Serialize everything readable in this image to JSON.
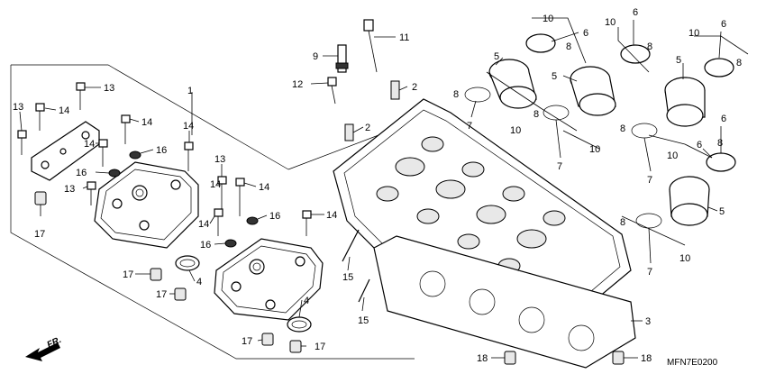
{
  "diagram": {
    "drawing_code": "MFN7E0200",
    "front_indicator": "FR.",
    "callouts": [
      {
        "id": "c1",
        "label": "1"
      },
      {
        "id": "c2a",
        "label": "2"
      },
      {
        "id": "c2b",
        "label": "2"
      },
      {
        "id": "c3",
        "label": "3"
      },
      {
        "id": "c4a",
        "label": "4"
      },
      {
        "id": "c4b",
        "label": "4"
      },
      {
        "id": "c5a",
        "label": "5"
      },
      {
        "id": "c5b",
        "label": "5"
      },
      {
        "id": "c5c",
        "label": "5"
      },
      {
        "id": "c5d",
        "label": "5"
      },
      {
        "id": "c6a",
        "label": "6"
      },
      {
        "id": "c6b",
        "label": "6"
      },
      {
        "id": "c6c",
        "label": "6"
      },
      {
        "id": "c6d",
        "label": "6"
      },
      {
        "id": "c6e",
        "label": "6"
      },
      {
        "id": "c7a",
        "label": "7"
      },
      {
        "id": "c7b",
        "label": "7"
      },
      {
        "id": "c7c",
        "label": "7"
      },
      {
        "id": "c7d",
        "label": "7"
      },
      {
        "id": "c8a",
        "label": "8"
      },
      {
        "id": "c8b",
        "label": "8"
      },
      {
        "id": "c8c",
        "label": "8"
      },
      {
        "id": "c8d",
        "label": "8"
      },
      {
        "id": "c8e",
        "label": "8"
      },
      {
        "id": "c8f",
        "label": "8"
      },
      {
        "id": "c8g",
        "label": "8"
      },
      {
        "id": "c8h",
        "label": "8"
      },
      {
        "id": "c9",
        "label": "9"
      },
      {
        "id": "c10a",
        "label": "10"
      },
      {
        "id": "c10b",
        "label": "10"
      },
      {
        "id": "c10c",
        "label": "10"
      },
      {
        "id": "c10d",
        "label": "10"
      },
      {
        "id": "c10e",
        "label": "10"
      },
      {
        "id": "c10f",
        "label": "10"
      },
      {
        "id": "c10g",
        "label": "10"
      },
      {
        "id": "c11",
        "label": "11"
      },
      {
        "id": "c12",
        "label": "12"
      },
      {
        "id": "c13a",
        "label": "13"
      },
      {
        "id": "c13b",
        "label": "13"
      },
      {
        "id": "c13c",
        "label": "13"
      },
      {
        "id": "c13d",
        "label": "13"
      },
      {
        "id": "c14a",
        "label": "14"
      },
      {
        "id": "c14b",
        "label": "14"
      },
      {
        "id": "c14c",
        "label": "14"
      },
      {
        "id": "c14d",
        "label": "14"
      },
      {
        "id": "c14e",
        "label": "14"
      },
      {
        "id": "c14f",
        "label": "14"
      },
      {
        "id": "c14g",
        "label": "14"
      },
      {
        "id": "c14h",
        "label": "14"
      },
      {
        "id": "c15a",
        "label": "15"
      },
      {
        "id": "c15b",
        "label": "15"
      },
      {
        "id": "c16a",
        "label": "16"
      },
      {
        "id": "c16b",
        "label": "16"
      },
      {
        "id": "c16c",
        "label": "16"
      },
      {
        "id": "c16d",
        "label": "16"
      },
      {
        "id": "c17a",
        "label": "17"
      },
      {
        "id": "c17b",
        "label": "17"
      },
      {
        "id": "c17c",
        "label": "17"
      },
      {
        "id": "c17d",
        "label": "17"
      },
      {
        "id": "c17e",
        "label": "17"
      },
      {
        "id": "c18a",
        "label": "18"
      },
      {
        "id": "c18b",
        "label": "18"
      }
    ]
  }
}
